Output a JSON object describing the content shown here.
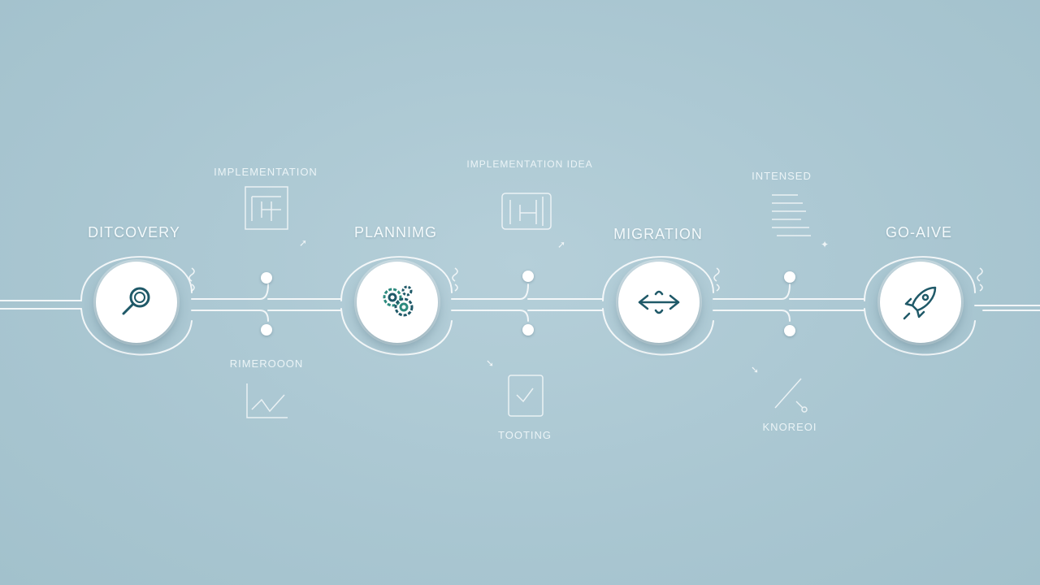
{
  "stages": [
    {
      "label": "DITCOVERY",
      "icon": "magnifier-icon"
    },
    {
      "label": "PLANNIMG",
      "icon": "gears-icon"
    },
    {
      "label": "MIGRATION",
      "icon": "arrows-icon"
    },
    {
      "label": "GO-AIVE",
      "icon": "rocket-icon"
    }
  ],
  "annotations": {
    "top": [
      "IMPLEMENTATION",
      "IMPLEMENTATION IDEA",
      "INTENSED"
    ],
    "bottom": [
      "RIMEROOON",
      "TOOTING",
      "KNOREOI"
    ]
  },
  "colors": {
    "background": "#a9c6d1",
    "line": "#ffffff",
    "icon_stroke": "#1f5968",
    "icon_accent": "#2c8a7e"
  }
}
